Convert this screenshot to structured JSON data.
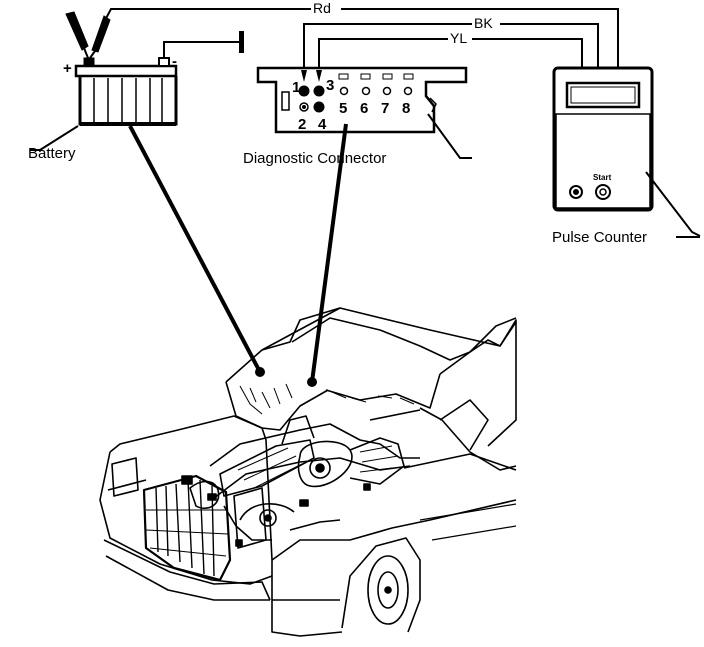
{
  "wires": {
    "red": "Rd",
    "black": "BK",
    "yellow": "YL"
  },
  "labels": {
    "battery": "Battery",
    "connector": "Diagnostic Connector",
    "counter": "Pulse Counter"
  },
  "battery": {
    "plus": "+",
    "minus": "-"
  },
  "pins": [
    "1",
    "2",
    "3",
    "4",
    "5",
    "6",
    "7",
    "8"
  ],
  "counter": {
    "start": "Start"
  }
}
